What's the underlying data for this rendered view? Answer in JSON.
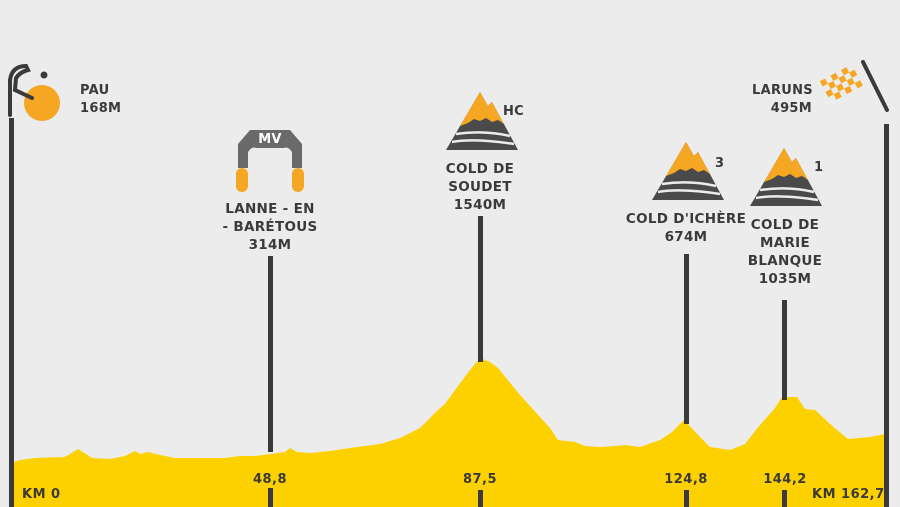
{
  "colors": {
    "background": "#ececec",
    "profile": "#fdd100",
    "accent_orange": "#f5a623",
    "dark": "#3a3a3a",
    "icon_gray": "#666666"
  },
  "start": {
    "name": "PAU",
    "altitude": "168M",
    "km_label": "KM 0",
    "icon": "start-rider-icon"
  },
  "finish": {
    "name": "LARUNS",
    "altitude": "495M",
    "km_label": "KM 162,7",
    "icon": "checkered-flag-icon"
  },
  "points": [
    {
      "type": "sprint",
      "badge": "MV",
      "name_lines": [
        "LANNE - EN",
        "- BARÉTOUS"
      ],
      "altitude": "314M",
      "km": "48,8",
      "icon": "sprint-arch-icon"
    },
    {
      "type": "climb",
      "category": "HC",
      "name_lines": [
        "COLD DE",
        "SOUDET"
      ],
      "altitude": "1540M",
      "km": "87,5",
      "icon": "mountain-icon"
    },
    {
      "type": "climb",
      "category": "3",
      "name_lines": [
        "COLD D'ICHÈRE"
      ],
      "altitude": "674M",
      "km": "124,8",
      "icon": "mountain-icon"
    },
    {
      "type": "climb",
      "category": "1",
      "name_lines": [
        "COLD DE",
        "MARIE",
        "BLANQUE"
      ],
      "altitude": "1035M",
      "km": "144,2",
      "icon": "mountain-icon"
    }
  ]
}
